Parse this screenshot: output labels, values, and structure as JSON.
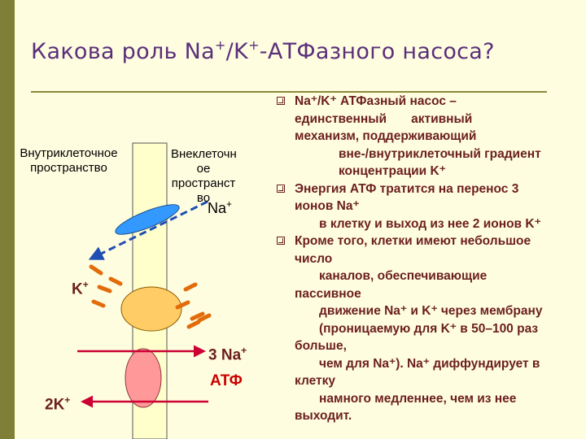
{
  "title": {
    "prefix": "Какова роль Na",
    "sup1": "+",
    "mid": "/K",
    "sup2": "+",
    "suffix": "-АТФазного насоса?"
  },
  "labels": {
    "inside": [
      "Внутриклеточное",
      "пространство"
    ],
    "outside": [
      "Внеклеточн",
      "ое",
      "пространст",
      "во"
    ],
    "na_out": "Na",
    "k_left": "K",
    "na3": "3 Na",
    "atp": "АТФ",
    "k2": "2K",
    "plus": "+"
  },
  "bullets": [
    {
      "lines": [
        "Na⁺/K⁺ АТФазный насос –",
        "единственный       активный",
        "механизм, поддерживающий",
        "вне-/внутриклеточный градиент",
        "концентрации K⁺"
      ]
    },
    {
      "lines": [
        "Энергия АТФ тратится на перенос 3",
        "ионов Na⁺",
        "в клетку и выход из нее 2 ионов K⁺"
      ]
    },
    {
      "lines": [
        "Кроме того, клетки имеют небольшое",
        "число",
        "каналов, обеспечивающие",
        "пассивное",
        "движение Na⁺ и K⁺ через мембрану",
        "(проницаемую для K⁺ в 50–100 раз",
        "больше,",
        "чем для Na⁺).  Na⁺ диффундирует в",
        "клетку",
        "намного медленнее, чем из нее",
        "выходит."
      ]
    }
  ],
  "colors": {
    "background": "#fffde0",
    "sidebar": "#7f7f38",
    "title": "#5a2f7a",
    "text": "#6b1f1f",
    "membrane": "#ffffcc",
    "channel_blue": "#3399ff",
    "pump_orange": "#ffcc66",
    "pump_pink": "#ff9999",
    "arrow_red": "#cc0033",
    "dash_orange": "#e26b0a",
    "dash_blue": "#1f4fb4"
  }
}
